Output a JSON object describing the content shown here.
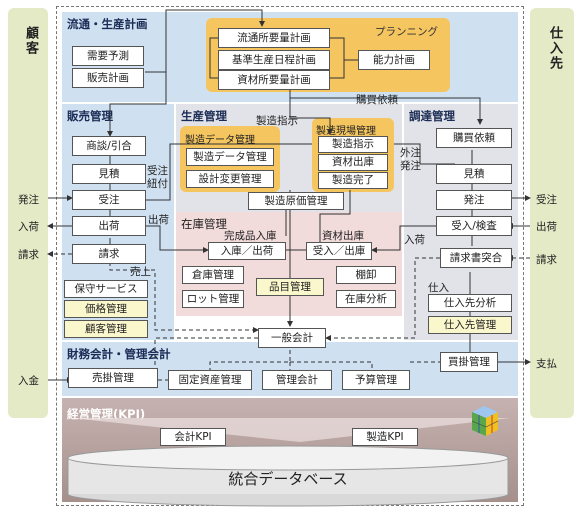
{
  "sides": {
    "customer": "顧客",
    "supplier": "仕入先"
  },
  "sections": {
    "distribution": "流通・生産計画",
    "planning": "プランニング",
    "sales": "販売管理",
    "production": "生産管理",
    "procurement": "調達管理",
    "manufacturing_data": "製造データ管理",
    "shopfloor": "製造現場管理",
    "inventory": "在庫管理",
    "accounting": "財務会計・管理会計",
    "kpi": "経営管理(KPI)"
  },
  "boxes": {
    "demand_forecast": "需要予測",
    "sales_plan": "販売計画",
    "drp": "流通所要量計画",
    "mps": "基準生産日程計画",
    "mrp": "資材所要量計画",
    "capacity_plan": "能力計画",
    "negotiation": "商談/引合",
    "quote": "見積",
    "order_receipt": "受注",
    "shipping": "出荷",
    "invoice": "請求",
    "maintenance_service": "保守サービス",
    "price_mgmt": "価格管理",
    "customer_mgmt": "顧客管理",
    "mfg_data_mgmt": "製造データ管理",
    "design_change_mgmt": "設計変更管理",
    "mfg_instruction": "製造指示",
    "material_issue": "資材出庫",
    "mfg_complete": "製造完了",
    "mfg_cost_mgmt": "製造原価管理",
    "in_out": "入庫／出荷",
    "receipt_issue": "受入／出庫",
    "warehouse_mgmt": "倉庫管理",
    "lot_mgmt": "ロット管理",
    "item_mgmt": "品目管理",
    "stocktake": "棚卸",
    "inventory_analysis": "在庫分析",
    "purchase_request": "購買依頼",
    "supplier_quote": "見積",
    "purchase_order": "発注",
    "receiving_inspection": "受入/検査",
    "invoice_matching": "請求書突合",
    "supplier_analysis": "仕入先分析",
    "supplier_mgmt": "仕入先管理",
    "general_ledger": "一般会計",
    "accounts_receivable": "売掛管理",
    "fixed_assets": "固定資産管理",
    "management_accounting": "管理会計",
    "budget_mgmt": "予算管理",
    "accounts_payable": "買掛管理",
    "accounting_kpi": "会計KPI",
    "mfg_kpi": "製造KPI",
    "database": "統合データベース"
  },
  "labels": {
    "cust_order": "発注",
    "cust_arrival": "入荷",
    "cust_invoice": "請求",
    "cust_payment": "入金",
    "sup_order": "受注",
    "sup_ship": "出荷",
    "sup_invoice": "請求",
    "sup_payment": "支払",
    "purchase_req": "購買依頼",
    "mfg_instruction": "製造指示",
    "order_link1": "受注",
    "order_link2": "紐付",
    "outsourcing1": "外注",
    "outsourcing2": "発注",
    "ship": "出荷",
    "finished_goods": "完成品入庫",
    "arrival": "入荷",
    "sales": "売上",
    "purchasing": "仕入"
  }
}
